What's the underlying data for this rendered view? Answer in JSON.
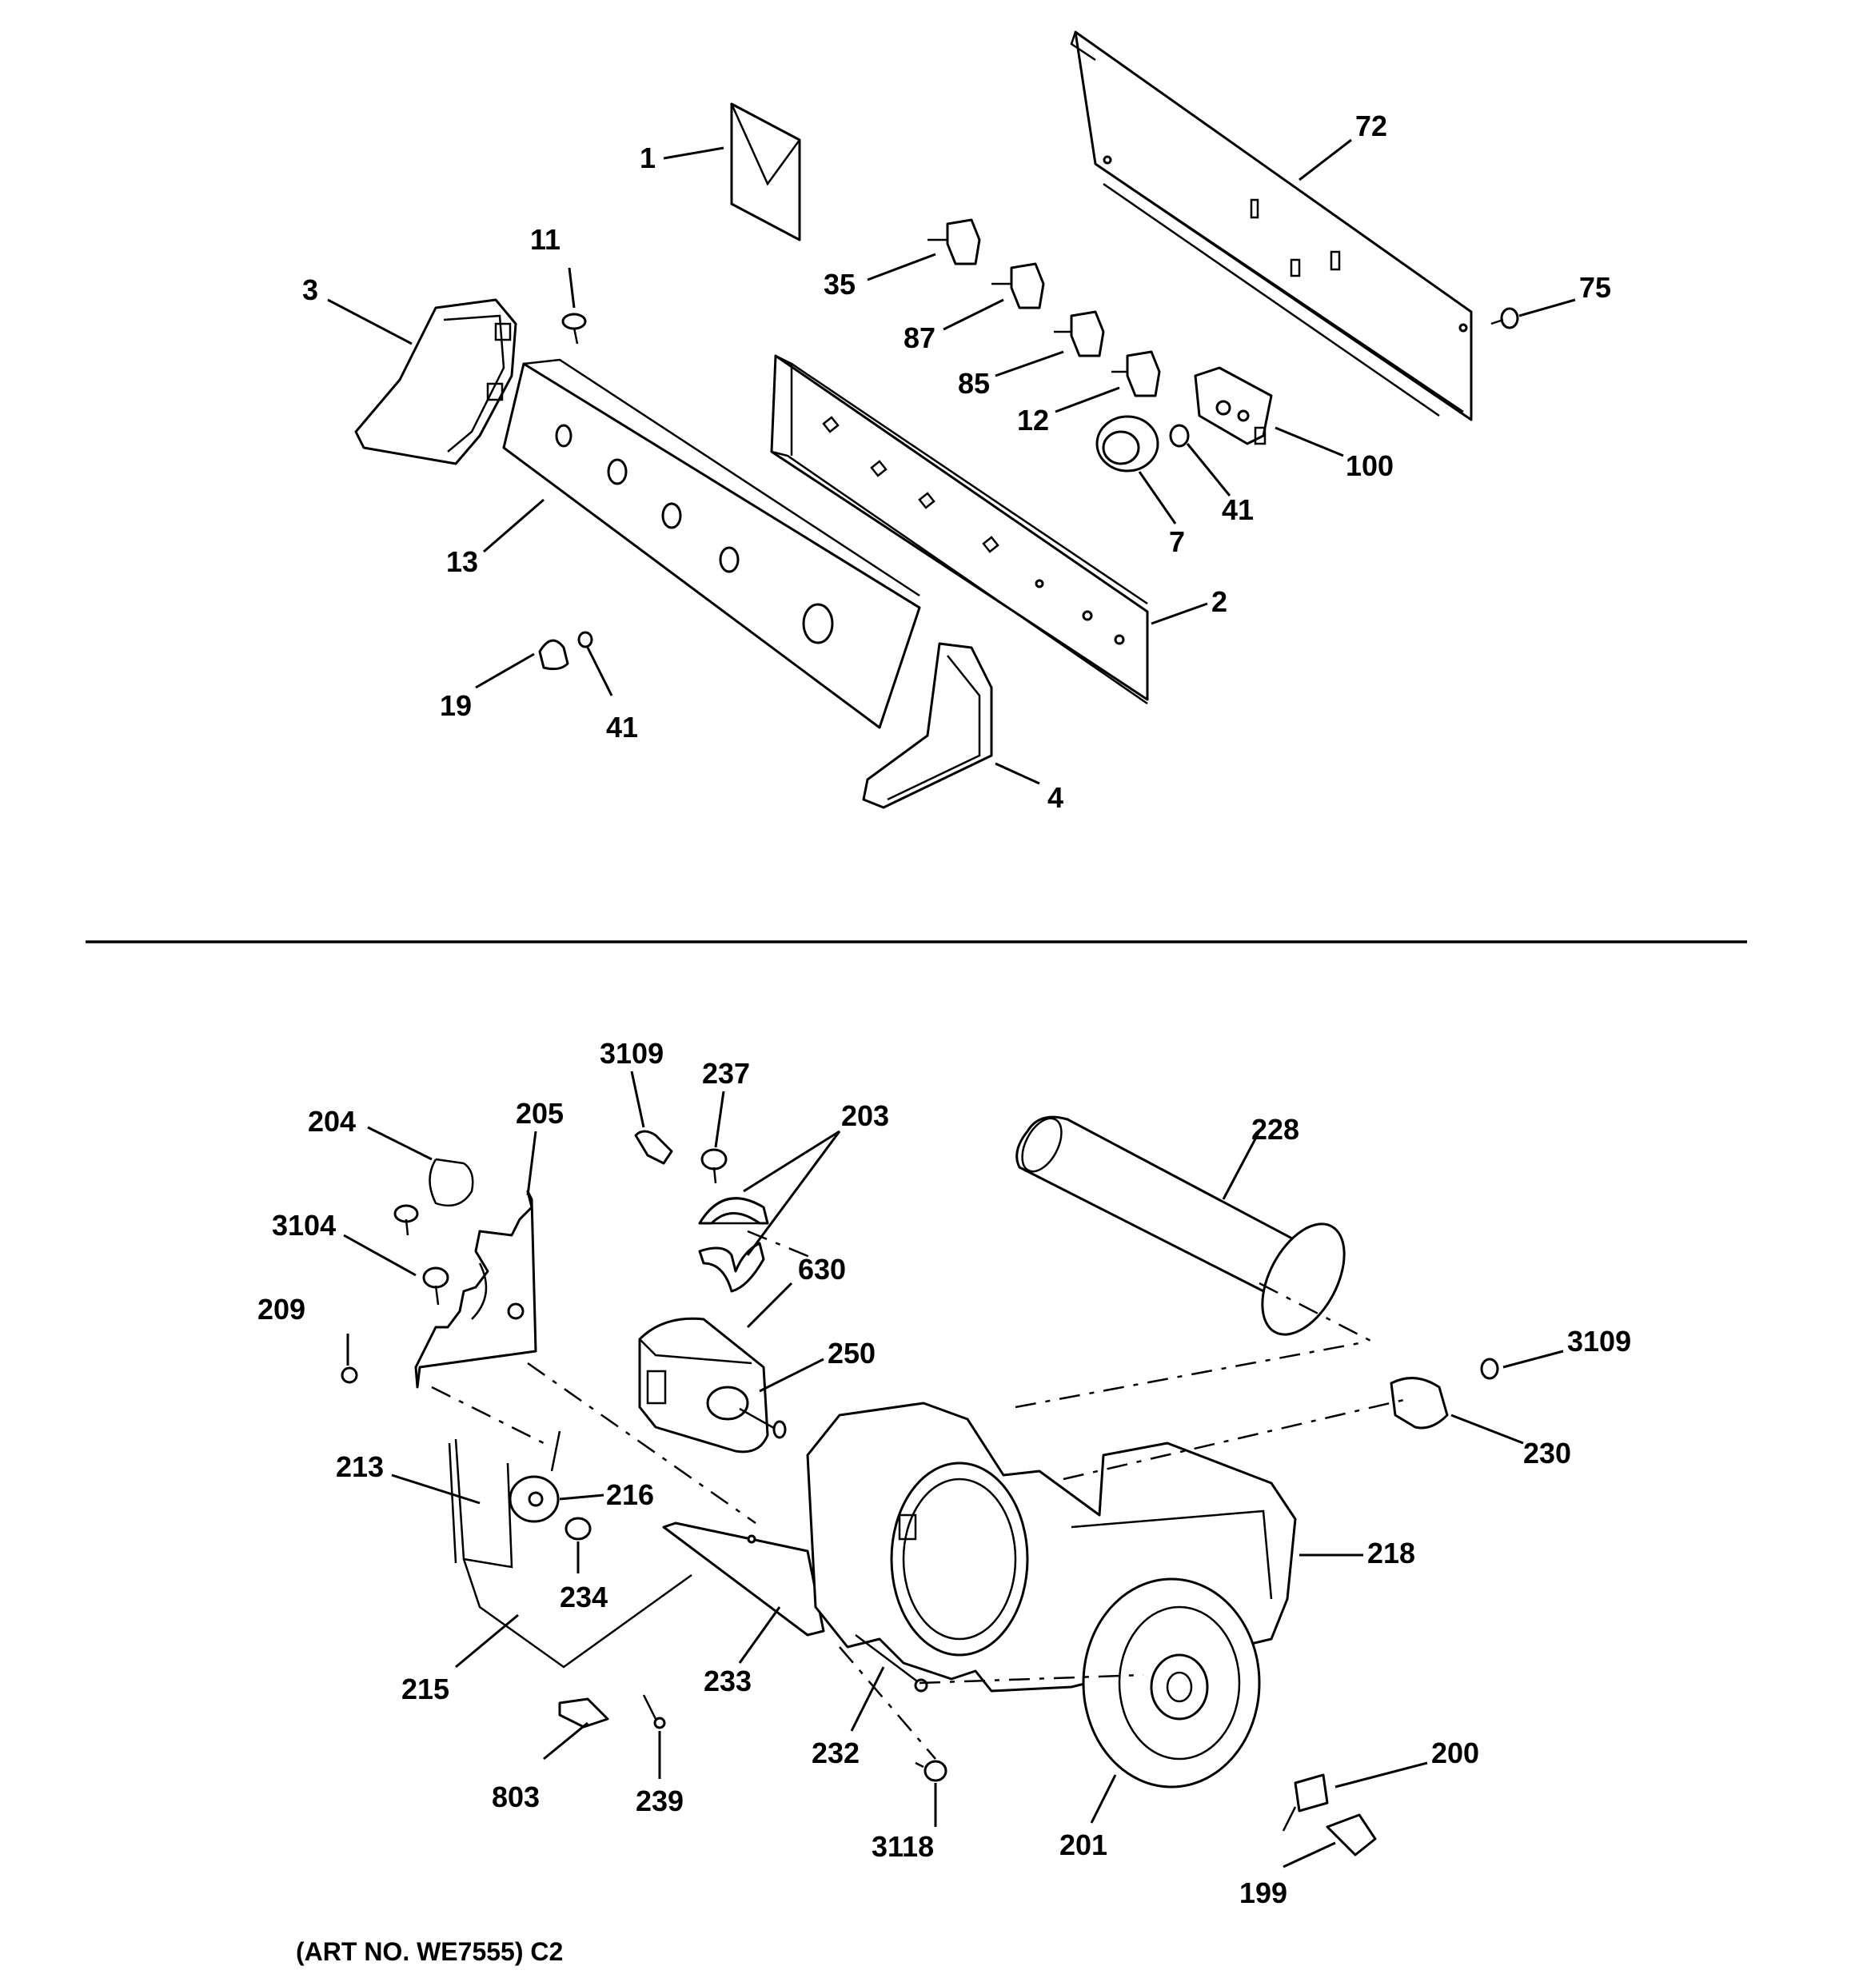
{
  "callouts": {
    "c1": "1",
    "c72": "72",
    "c11": "11",
    "c3": "3",
    "c35": "35",
    "c75": "75",
    "c87": "87",
    "c85": "85",
    "c12": "12",
    "c100": "100",
    "c41a": "41",
    "c7": "7",
    "c13": "13",
    "c2": "2",
    "c19": "19",
    "c41b": "41",
    "c4": "4",
    "c3109a": "3109",
    "c237": "237",
    "c203": "203",
    "c204": "204",
    "c205": "205",
    "c228": "228",
    "c3104": "3104",
    "c630": "630",
    "c209": "209",
    "c250": "250",
    "c3109b": "3109",
    "c230": "230",
    "c213": "213",
    "c216": "216",
    "c218": "218",
    "c234": "234",
    "c215": "215",
    "c233": "233",
    "c232": "232",
    "c200": "200",
    "c803": "803",
    "c239": "239",
    "c3118": "3118",
    "c201": "201",
    "c199": "199"
  },
  "art_number": "(ART NO. WE7555) C2"
}
